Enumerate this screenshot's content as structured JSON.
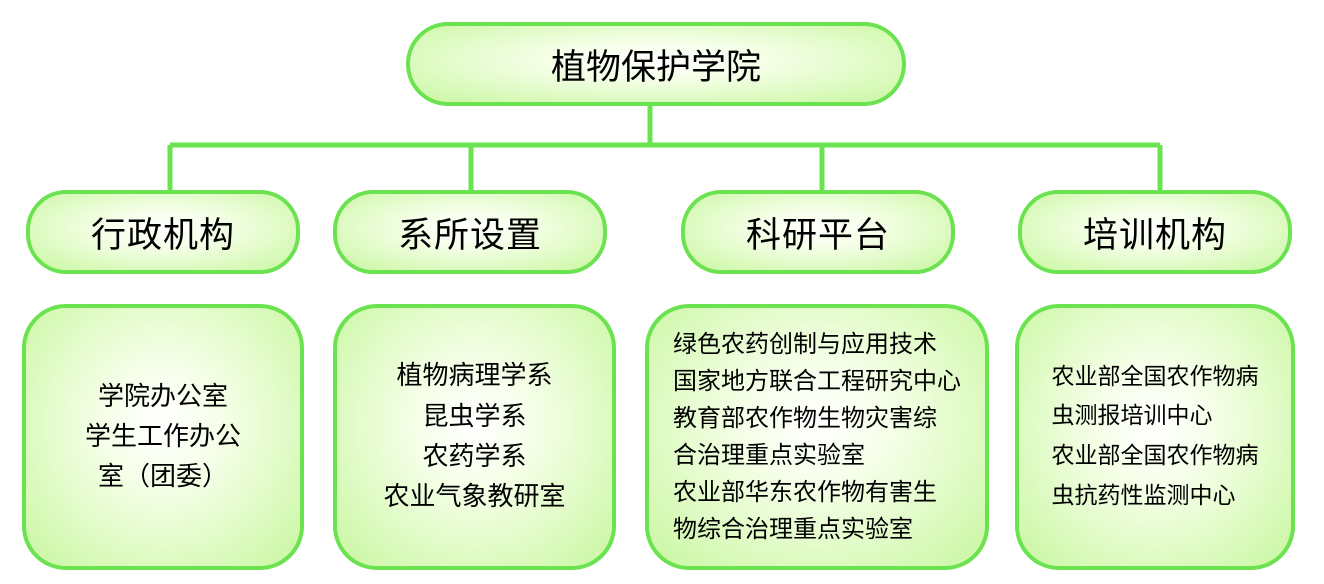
{
  "root": {
    "label": "植物保护学院"
  },
  "categories": [
    {
      "label": "行政机构"
    },
    {
      "label": "系所设置"
    },
    {
      "label": "科研平台"
    },
    {
      "label": "培训机构"
    }
  ],
  "details": [
    {
      "lines": [
        "学院办公室",
        "学生工作办公",
        "室（团委）"
      ]
    },
    {
      "lines": [
        "植物病理学系",
        "昆虫学系",
        "农药学系",
        "农业气象教研室"
      ]
    },
    {
      "lines": [
        "绿色农药创制与应用技术",
        "国家地方联合工程研究中心",
        "教育部农作物生物灾害综",
        "合治理重点实验室",
        "农业部华东农作物有害生",
        "物综合治理重点实验室"
      ]
    },
    {
      "lines": [
        "农业部全国农作物病",
        "虫测报培训中心",
        "农业部全国农作物病",
        "虫抗药性监测中心"
      ]
    }
  ],
  "colors": {
    "border": "#6be24f",
    "connector": "#6be24f",
    "fill_center": "#ffffff",
    "fill_edge": "#c9f7a1"
  }
}
